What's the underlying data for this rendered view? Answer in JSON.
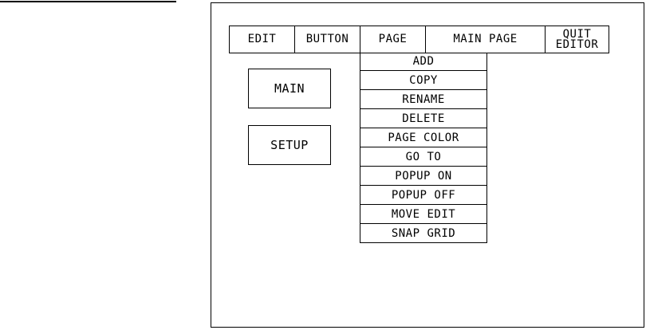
{
  "menu_bar": {
    "items": [
      {
        "label": "EDIT"
      },
      {
        "label": "BUTTON"
      },
      {
        "label": "PAGE"
      },
      {
        "label": "MAIN PAGE"
      },
      {
        "label": "QUIT\nEDITOR"
      }
    ]
  },
  "page_menu": {
    "items": [
      {
        "label": "ADD"
      },
      {
        "label": "COPY"
      },
      {
        "label": "RENAME"
      },
      {
        "label": "DELETE"
      },
      {
        "label": "PAGE COLOR"
      },
      {
        "label": "GO TO"
      },
      {
        "label": "POPUP ON"
      },
      {
        "label": "POPUP OFF"
      },
      {
        "label": "MOVE EDIT"
      },
      {
        "label": "SNAP GRID"
      }
    ]
  },
  "page_buttons": {
    "main": {
      "label": "MAIN"
    },
    "setup": {
      "label": "SETUP"
    }
  }
}
